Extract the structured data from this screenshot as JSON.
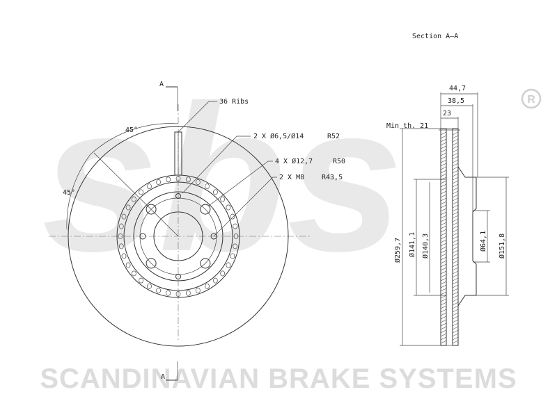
{
  "watermark": {
    "logo_text": "sbs",
    "registered_mark": "R",
    "company_name": "SCANDINAVIAN BRAKE SYSTEMS"
  },
  "front_view": {
    "section_marker_top": "A",
    "section_marker_bottom": "A",
    "angle_top": "45°",
    "angle_left": "45°",
    "callouts": {
      "ribs": "36 Ribs",
      "holes_1": "2 X Ø6,5/Ø14",
      "holes_1_radius": "R52",
      "holes_2": "4 X Ø12,7",
      "holes_2_radius": "R50",
      "holes_3": "2 X M8",
      "holes_3_radius": "R43,5"
    }
  },
  "section_view": {
    "title": "Section A–A",
    "width_total": "44,7",
    "width_hat": "38,5",
    "width_pad": "23",
    "min_thickness": "Min th. 21",
    "diameters": [
      "Ø259,7",
      "Ø141,1",
      "Ø140,3",
      "Ø64,1",
      "Ø151,8"
    ]
  },
  "colors": {
    "line": "#333333",
    "watermark": "#dcdcdc"
  }
}
